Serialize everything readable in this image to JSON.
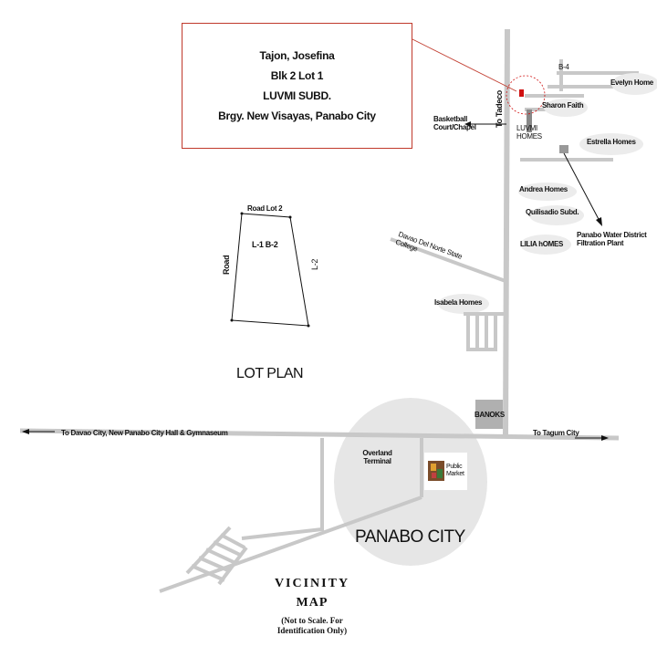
{
  "owner": {
    "name": "Tajon, Josefina",
    "block_lot": "Blk  2 Lot  1",
    "subdivision": "LUVMI SUBD.",
    "address": "Brgy. New Visayas, Panabo City"
  },
  "lot_plan": {
    "title": "LOT PLAN",
    "lot_label": "L-1 B-2",
    "top_label": "Road Lot 2",
    "left_label": "Road",
    "right_label": "L-2"
  },
  "places": {
    "b4": "B-4",
    "evelyn": "Evelyn Home",
    "sharon": "Sharon Faith",
    "basketball": "Basketball Court/Chapel",
    "luvmi": "LUVMI HOMES",
    "estrella": "Estrella Homes",
    "andrea": "Andrea Homes",
    "quilisadio": "Quilisadio Subd.",
    "water": "Panabo Water District Filtration Plant",
    "lilia": "LILIA hOMES",
    "college": "Davao Del Norte State College",
    "isabela": "Isabela Homes",
    "banoks": "BANOKS",
    "overland": "Overland Terminal",
    "public_market": "Public Market",
    "city": "PANABO CITY"
  },
  "roads": {
    "to_tadeco": "To Tadeco",
    "to_davao": "To Davao City, New Panabo City Hall & Gymnaseum",
    "to_tagum": "To Tagum City"
  },
  "legend": {
    "title_line1": "VICINITY",
    "title_line2": "MAP",
    "note": "(Not to Scale. For Identification Only)"
  },
  "colors": {
    "road": "#c8c8c8",
    "city_area": "#e6e6e6",
    "marker": "#d01010",
    "box_border": "#c0392b"
  }
}
